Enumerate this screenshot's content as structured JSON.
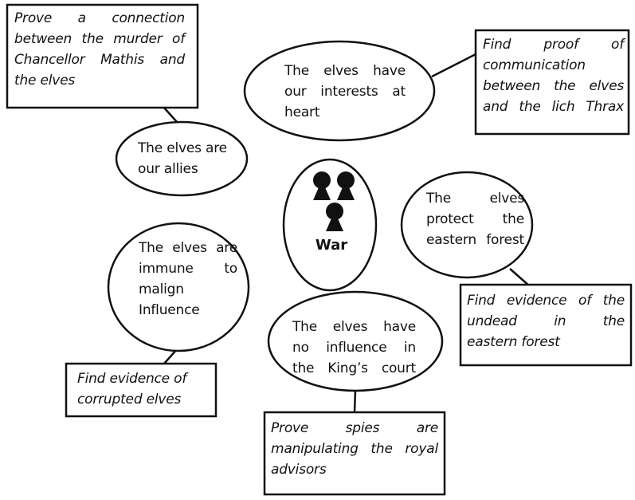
{
  "center": {
    "label": "War",
    "icon": "pawn-group-icon"
  },
  "beliefs": [
    {
      "id": "allies",
      "lines": [
        "The elves are",
        "our allies"
      ]
    },
    {
      "id": "interests",
      "lines": [
        "The elves have",
        "our interests at",
        "heart"
      ]
    },
    {
      "id": "forest",
      "lines": [
        "The elves",
        "protect the",
        "eastern forest"
      ]
    },
    {
      "id": "immune",
      "lines": [
        "The elves are",
        "immune to",
        "malign",
        "Influence"
      ]
    },
    {
      "id": "court",
      "lines": [
        "The elves have",
        "no influence in",
        "the King’s court"
      ]
    }
  ],
  "tasks": [
    {
      "id": "murder",
      "lines": [
        "Prove a connection",
        "between the murder of",
        "Chancellor Mathis and",
        "the elves"
      ]
    },
    {
      "id": "lich",
      "lines": [
        "Find proof of",
        "communication",
        "between the elves",
        "and the lich Thrax"
      ]
    },
    {
      "id": "undead",
      "lines": [
        "Find evidence of the",
        "undead in the",
        "eastern forest"
      ]
    },
    {
      "id": "corrupted",
      "lines": [
        "Find evidence of",
        "corrupted elves"
      ]
    },
    {
      "id": "spies",
      "lines": [
        "Prove spies are",
        "manipulating the royal",
        "advisors"
      ]
    }
  ]
}
